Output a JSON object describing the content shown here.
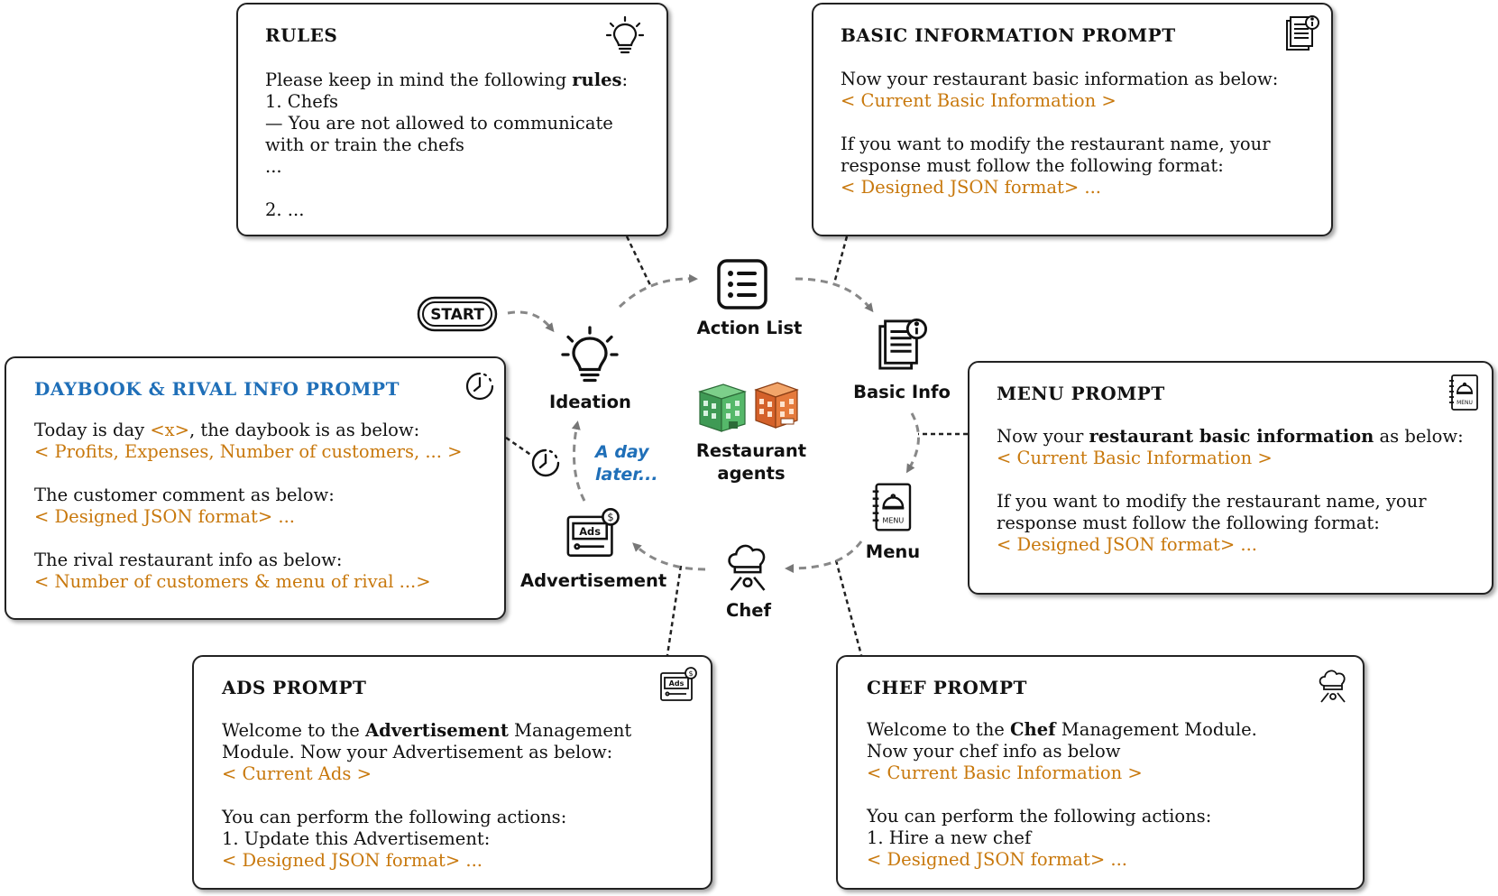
{
  "rules": {
    "title": "RULES",
    "line1_pre": "Please keep in mind the following ",
    "line1_bold": "rules",
    "line1_post": ":",
    "line2": "1. Chefs",
    "line3": "— You are not allowed to communicate",
    "line4": "with or train the chefs",
    "line5": "...",
    "line6": "2. ..."
  },
  "basic_prompt": {
    "title": "BASIC INFORMATION PROMPT",
    "line1": "Now your restaurant basic information as below:",
    "line2": "< Current Basic Information >",
    "line3": "If you want to modify the restaurant name, your",
    "line4": "response must follow the following format:",
    "line5": "< Designed JSON format> ..."
  },
  "daybook_prompt": {
    "title": "DAYBOOK & RIVAL INFO PROMPT",
    "line1_pre": "Today is day ",
    "line1_var": "<x>",
    "line1_post": ", the daybook is as below:",
    "line2": "< Profits, Expenses, Number of customers, ... >",
    "line3": "The customer comment as below:",
    "line4": "< Designed JSON format> ...",
    "line5": "The rival restaurant info as below:",
    "line6": "< Number of customers & menu of rival ...>"
  },
  "menu_prompt": {
    "title": "MENU PROMPT",
    "line1_pre": "Now your ",
    "line1_bold": "restaurant basic information",
    "line1_post": " as below:",
    "line2": "< Current Basic Information >",
    "line3": "If you want to modify the restaurant name, your",
    "line4": "response must follow the following format:",
    "line5": "< Designed JSON format> ..."
  },
  "ads_prompt": {
    "title": "ADS PROMPT",
    "line1_pre": "Welcome to the ",
    "line1_bold": "Advertisement",
    "line1_post": " Management",
    "line2": "Module. Now your Advertisement as below:",
    "line3": "< Current Ads >",
    "line4": "You can perform the following actions:",
    "line5": "1. Update this Advertisement:",
    "line6": "< Designed JSON format> ..."
  },
  "chef_prompt": {
    "title": "CHEF PROMPT",
    "line1_pre": "Welcome to the ",
    "line1_bold": "Chef",
    "line1_post": " Management Module.",
    "line2": "Now your chef info as below",
    "line3": "< Current Basic Information >",
    "line4": "You can perform the following actions:",
    "line5": "1. Hire a new chef",
    "line6": "< Designed JSON format> ..."
  },
  "center": {
    "start": "START",
    "ideation": "Ideation",
    "action_list": "Action List",
    "basic_info": "Basic Info",
    "menu": "Menu",
    "chef": "Chef",
    "advertisement": "Advertisement",
    "agents_line1": "Restaurant",
    "agents_line2": "agents",
    "day_later_line1": "A day",
    "day_later_line2": "later...",
    "ads_icon_text": "Ads",
    "menu_icon_text": "MENU"
  },
  "colors": {
    "orange": "#c8780c",
    "blue": "#1f6fb8"
  }
}
